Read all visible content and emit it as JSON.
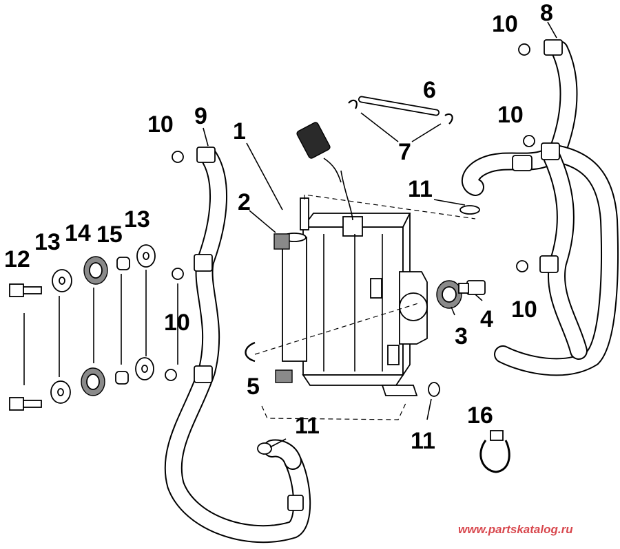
{
  "callouts": [
    {
      "id": "1",
      "text": "1"
    },
    {
      "id": "2",
      "text": "2"
    },
    {
      "id": "3",
      "text": "3"
    },
    {
      "id": "4",
      "text": "4"
    },
    {
      "id": "5",
      "text": "5"
    },
    {
      "id": "6",
      "text": "6"
    },
    {
      "id": "7",
      "text": "7"
    },
    {
      "id": "8",
      "text": "8"
    },
    {
      "id": "9",
      "text": "9"
    },
    {
      "id": "10a",
      "text": "10"
    },
    {
      "id": "10b",
      "text": "10"
    },
    {
      "id": "10c",
      "text": "10"
    },
    {
      "id": "10d",
      "text": "10"
    },
    {
      "id": "10e",
      "text": "10"
    },
    {
      "id": "11a",
      "text": "11"
    },
    {
      "id": "11b",
      "text": "11"
    },
    {
      "id": "11c",
      "text": "11"
    },
    {
      "id": "12",
      "text": "12"
    },
    {
      "id": "13a",
      "text": "13"
    },
    {
      "id": "13b",
      "text": "13"
    },
    {
      "id": "14",
      "text": "14"
    },
    {
      "id": "15",
      "text": "15"
    },
    {
      "id": "16",
      "text": "16"
    }
  ],
  "watermark": "www.partskatalog.ru"
}
